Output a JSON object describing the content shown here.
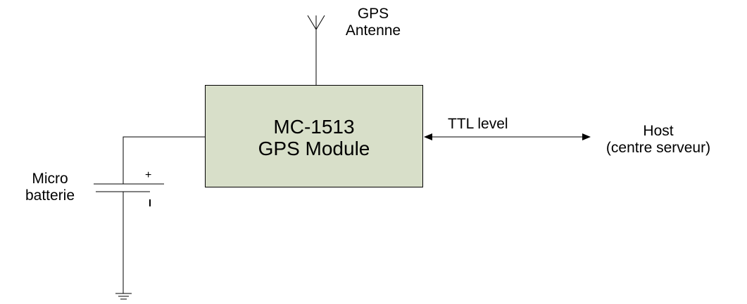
{
  "antenna": {
    "line1": "GPS",
    "line2": "Antenne"
  },
  "module": {
    "line1": "MC-1513",
    "line2": "GPS Module",
    "fill_color": "#d8dfc9"
  },
  "link": {
    "label": "TTL level"
  },
  "host": {
    "line1": "Host",
    "line2": "(centre serveur)"
  },
  "battery": {
    "line1": "Micro",
    "line2": "batterie",
    "plus_sign": "+",
    "minus_sign": "-"
  },
  "symbols": {
    "antenna": "antenna-icon",
    "battery": "battery-icon",
    "ground": "ground-icon",
    "arrow": "double-arrow-icon"
  },
  "colors": {
    "line": "#000000",
    "module_fill": "#d8dfc9"
  }
}
